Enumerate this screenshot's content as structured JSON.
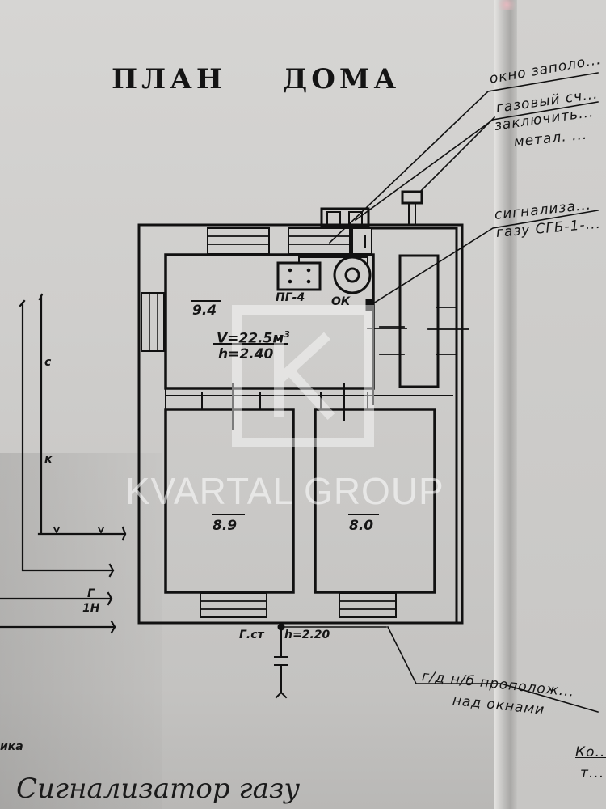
{
  "document": {
    "title_word1": "ПЛАН",
    "title_word2": "ДОМА",
    "watermark": "KVARTAL GROUP"
  },
  "rooms": [
    {
      "id": "kitchen",
      "area": "9.4",
      "volume": "V=22.5м",
      "volume_sup": "3",
      "height": "h=2.40"
    },
    {
      "id": "room-left",
      "area": "8.9"
    },
    {
      "id": "room-right",
      "area": "8.0"
    }
  ],
  "equipment": {
    "stove_label": "ПГ-4",
    "boiler_label": "ОК"
  },
  "annotations": {
    "window_note": "окно заполо...",
    "gas_note_line1": "газовый сч...",
    "gas_note_line2": "заключить...",
    "gas_note_line3": "метал. ...",
    "signal_note_line1": "сигнализа...",
    "signal_note_line2": "газу СГБ-1-...",
    "pipe_label": "Г.ст",
    "pipe_height": "h=2.20",
    "duct_note_line1": "г/д н/б прополож...",
    "duct_note_line2": "над окнами",
    "right_bottom_1": "Ко...",
    "right_bottom_2": "т...",
    "left_fragment": "ика",
    "left_label_c": "с",
    "left_label_k": "к",
    "left_label_g": "Г",
    "left_label_1n": "1Н",
    "bottom_script": "Сигнализатор газу"
  }
}
